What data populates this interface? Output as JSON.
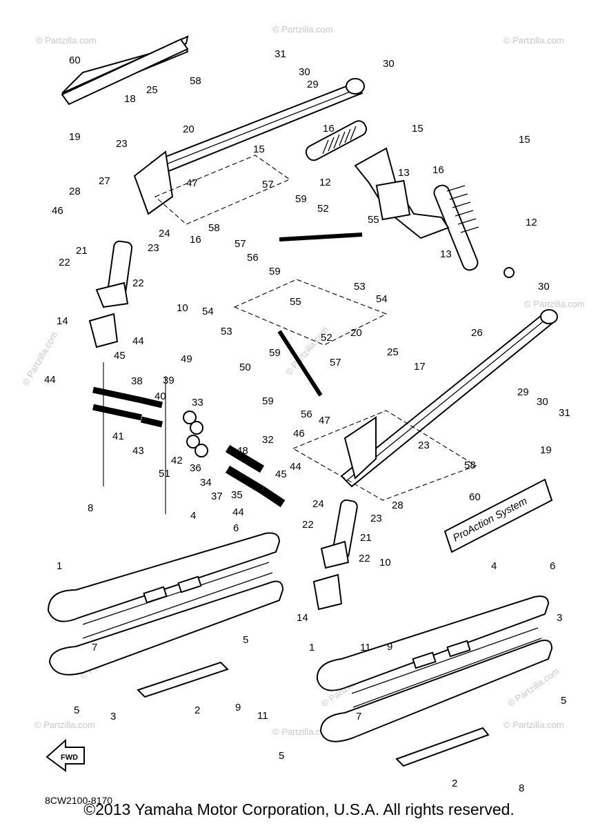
{
  "diagram": {
    "code": "8CW2100-8170",
    "fwd_label": "FWD",
    "badge_text": "ProAction System",
    "watermark_text": "© Partzilla.com",
    "callouts": [
      {
        "n": "60"
      },
      {
        "n": "31"
      },
      {
        "n": "30"
      },
      {
        "n": "29"
      },
      {
        "n": "30"
      },
      {
        "n": "25"
      },
      {
        "n": "58"
      },
      {
        "n": "18"
      },
      {
        "n": "19"
      },
      {
        "n": "20"
      },
      {
        "n": "16"
      },
      {
        "n": "15"
      },
      {
        "n": "23"
      },
      {
        "n": "15"
      },
      {
        "n": "13"
      },
      {
        "n": "15"
      },
      {
        "n": "12"
      },
      {
        "n": "16"
      },
      {
        "n": "27"
      },
      {
        "n": "47"
      },
      {
        "n": "28"
      },
      {
        "n": "46"
      },
      {
        "n": "16"
      },
      {
        "n": "57"
      },
      {
        "n": "59"
      },
      {
        "n": "52"
      },
      {
        "n": "55"
      },
      {
        "n": "58"
      },
      {
        "n": "12"
      },
      {
        "n": "24"
      },
      {
        "n": "23"
      },
      {
        "n": "57"
      },
      {
        "n": "56"
      },
      {
        "n": "13"
      },
      {
        "n": "21"
      },
      {
        "n": "59"
      },
      {
        "n": "53"
      },
      {
        "n": "22"
      },
      {
        "n": "54"
      },
      {
        "n": "22"
      },
      {
        "n": "30"
      },
      {
        "n": "10"
      },
      {
        "n": "14"
      },
      {
        "n": "54"
      },
      {
        "n": "55"
      },
      {
        "n": "53"
      },
      {
        "n": "52"
      },
      {
        "n": "26"
      },
      {
        "n": "44"
      },
      {
        "n": "20"
      },
      {
        "n": "25"
      },
      {
        "n": "45"
      },
      {
        "n": "59"
      },
      {
        "n": "17"
      },
      {
        "n": "49"
      },
      {
        "n": "50"
      },
      {
        "n": "57"
      },
      {
        "n": "38"
      },
      {
        "n": "44"
      },
      {
        "n": "29"
      },
      {
        "n": "39"
      },
      {
        "n": "59"
      },
      {
        "n": "30"
      },
      {
        "n": "31"
      },
      {
        "n": "40"
      },
      {
        "n": "33"
      },
      {
        "n": "56"
      },
      {
        "n": "47"
      },
      {
        "n": "41"
      },
      {
        "n": "46"
      },
      {
        "n": "23"
      },
      {
        "n": "19"
      },
      {
        "n": "43"
      },
      {
        "n": "32"
      },
      {
        "n": "58"
      },
      {
        "n": "48"
      },
      {
        "n": "42"
      },
      {
        "n": "36"
      },
      {
        "n": "51"
      },
      {
        "n": "44"
      },
      {
        "n": "34"
      },
      {
        "n": "45"
      },
      {
        "n": "37"
      },
      {
        "n": "35"
      },
      {
        "n": "60"
      },
      {
        "n": "24"
      },
      {
        "n": "28"
      },
      {
        "n": "44"
      },
      {
        "n": "8"
      },
      {
        "n": "23"
      },
      {
        "n": "4"
      },
      {
        "n": "6"
      },
      {
        "n": "21"
      },
      {
        "n": "22"
      },
      {
        "n": "22"
      },
      {
        "n": "10"
      },
      {
        "n": "1"
      },
      {
        "n": "4"
      },
      {
        "n": "6"
      },
      {
        "n": "14"
      },
      {
        "n": "3"
      },
      {
        "n": "5"
      },
      {
        "n": "7"
      },
      {
        "n": "11"
      },
      {
        "n": "9"
      },
      {
        "n": "1"
      },
      {
        "n": "5"
      },
      {
        "n": "3"
      },
      {
        "n": "5"
      },
      {
        "n": "2"
      },
      {
        "n": "9"
      },
      {
        "n": "11"
      },
      {
        "n": "7"
      },
      {
        "n": "5"
      },
      {
        "n": "2"
      },
      {
        "n": "8"
      }
    ]
  },
  "footer": {
    "copyright": "©2013 Yamaha Motor Corporation, U.S.A. All rights reserved."
  }
}
